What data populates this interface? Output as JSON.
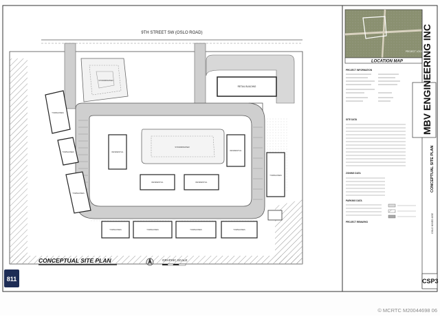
{
  "street": "9TH STREET SW (OSLO ROAD)",
  "plan_title": "CONCEPTUAL SITE PLAN",
  "scale_label": "GRAPHIC SCALE",
  "location_map_label": "LOCATION MAP",
  "project_location_label": "PROJECT LOCATION",
  "company": "MBV ENGINEERING INC",
  "sheet_title": "CONCEPTUAL SITE PLAN",
  "project": "OSLO MIXED USE",
  "sheet_number": "CSP3",
  "watermark": "© MCRTC M20044698 06",
  "info_headings": [
    "PROJECT INFORMATION",
    "SITE DATA",
    "ZONING DATA",
    "PARKING DATA",
    "PROJECT REMARKS"
  ],
  "buildings": {
    "retail": "RETAIL BUILDING",
    "clubhouse": "CLUBHOUSE",
    "stormwater": "STORMWATER",
    "residential": "RESIDENTIAL",
    "townhomes": "TOWNHOMES"
  }
}
